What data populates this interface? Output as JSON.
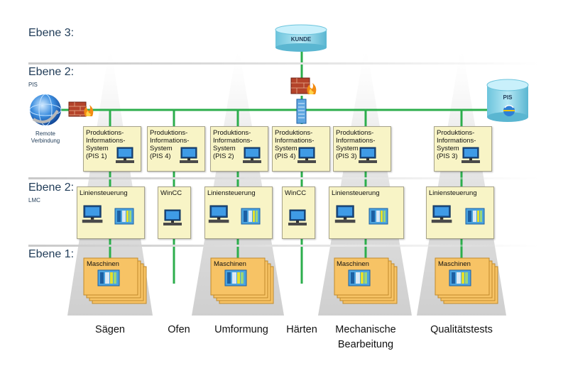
{
  "levels": {
    "ebene3": "Ebene 3:",
    "ebene2_pis": "Ebene 2:",
    "pis_tag": "PIS",
    "ebene2_lmc": "Ebene 2:",
    "lmc_tag": "LMC",
    "ebene1": "Ebene 1:"
  },
  "top": {
    "kunde": "KUNDE",
    "pis_db": "PIS",
    "remote": [
      "Remote",
      "Verbindung"
    ]
  },
  "pis_boxes": [
    [
      "Produktions-",
      "Informations-",
      "System",
      "(PIS 1)"
    ],
    [
      "Produktions-",
      "Informations-",
      "System",
      "(PIS 4)"
    ],
    [
      "Produktions-",
      "Informations-",
      "System",
      "(PIS 2)"
    ],
    [
      "Produktions-",
      "Informations-",
      "System",
      "(PIS 4)"
    ],
    [
      "Produktions-",
      "Informations-",
      "System",
      "(PIS 3)"
    ],
    [
      "Produktions-",
      "Informations-",
      "System",
      "(PIS 3)"
    ]
  ],
  "lmc_boxes": [
    "Liniensteuerung",
    "WinCC",
    "Liniensteuerung",
    "WinCC",
    "Liniensteuerung",
    "Liniensteuerung"
  ],
  "machine_label": "Maschinen",
  "columns": [
    [
      "Sägen"
    ],
    [
      "Ofen"
    ],
    [
      "Umformung"
    ],
    [
      "Härten"
    ],
    [
      "Mechanische",
      "Bearbeitung"
    ],
    [
      "Qualitätstests"
    ]
  ],
  "colors": {
    "network": "#2cae4c",
    "pis_box": "#f8f4c6",
    "machine": "#f7c365",
    "db": "#8fd3e6"
  }
}
